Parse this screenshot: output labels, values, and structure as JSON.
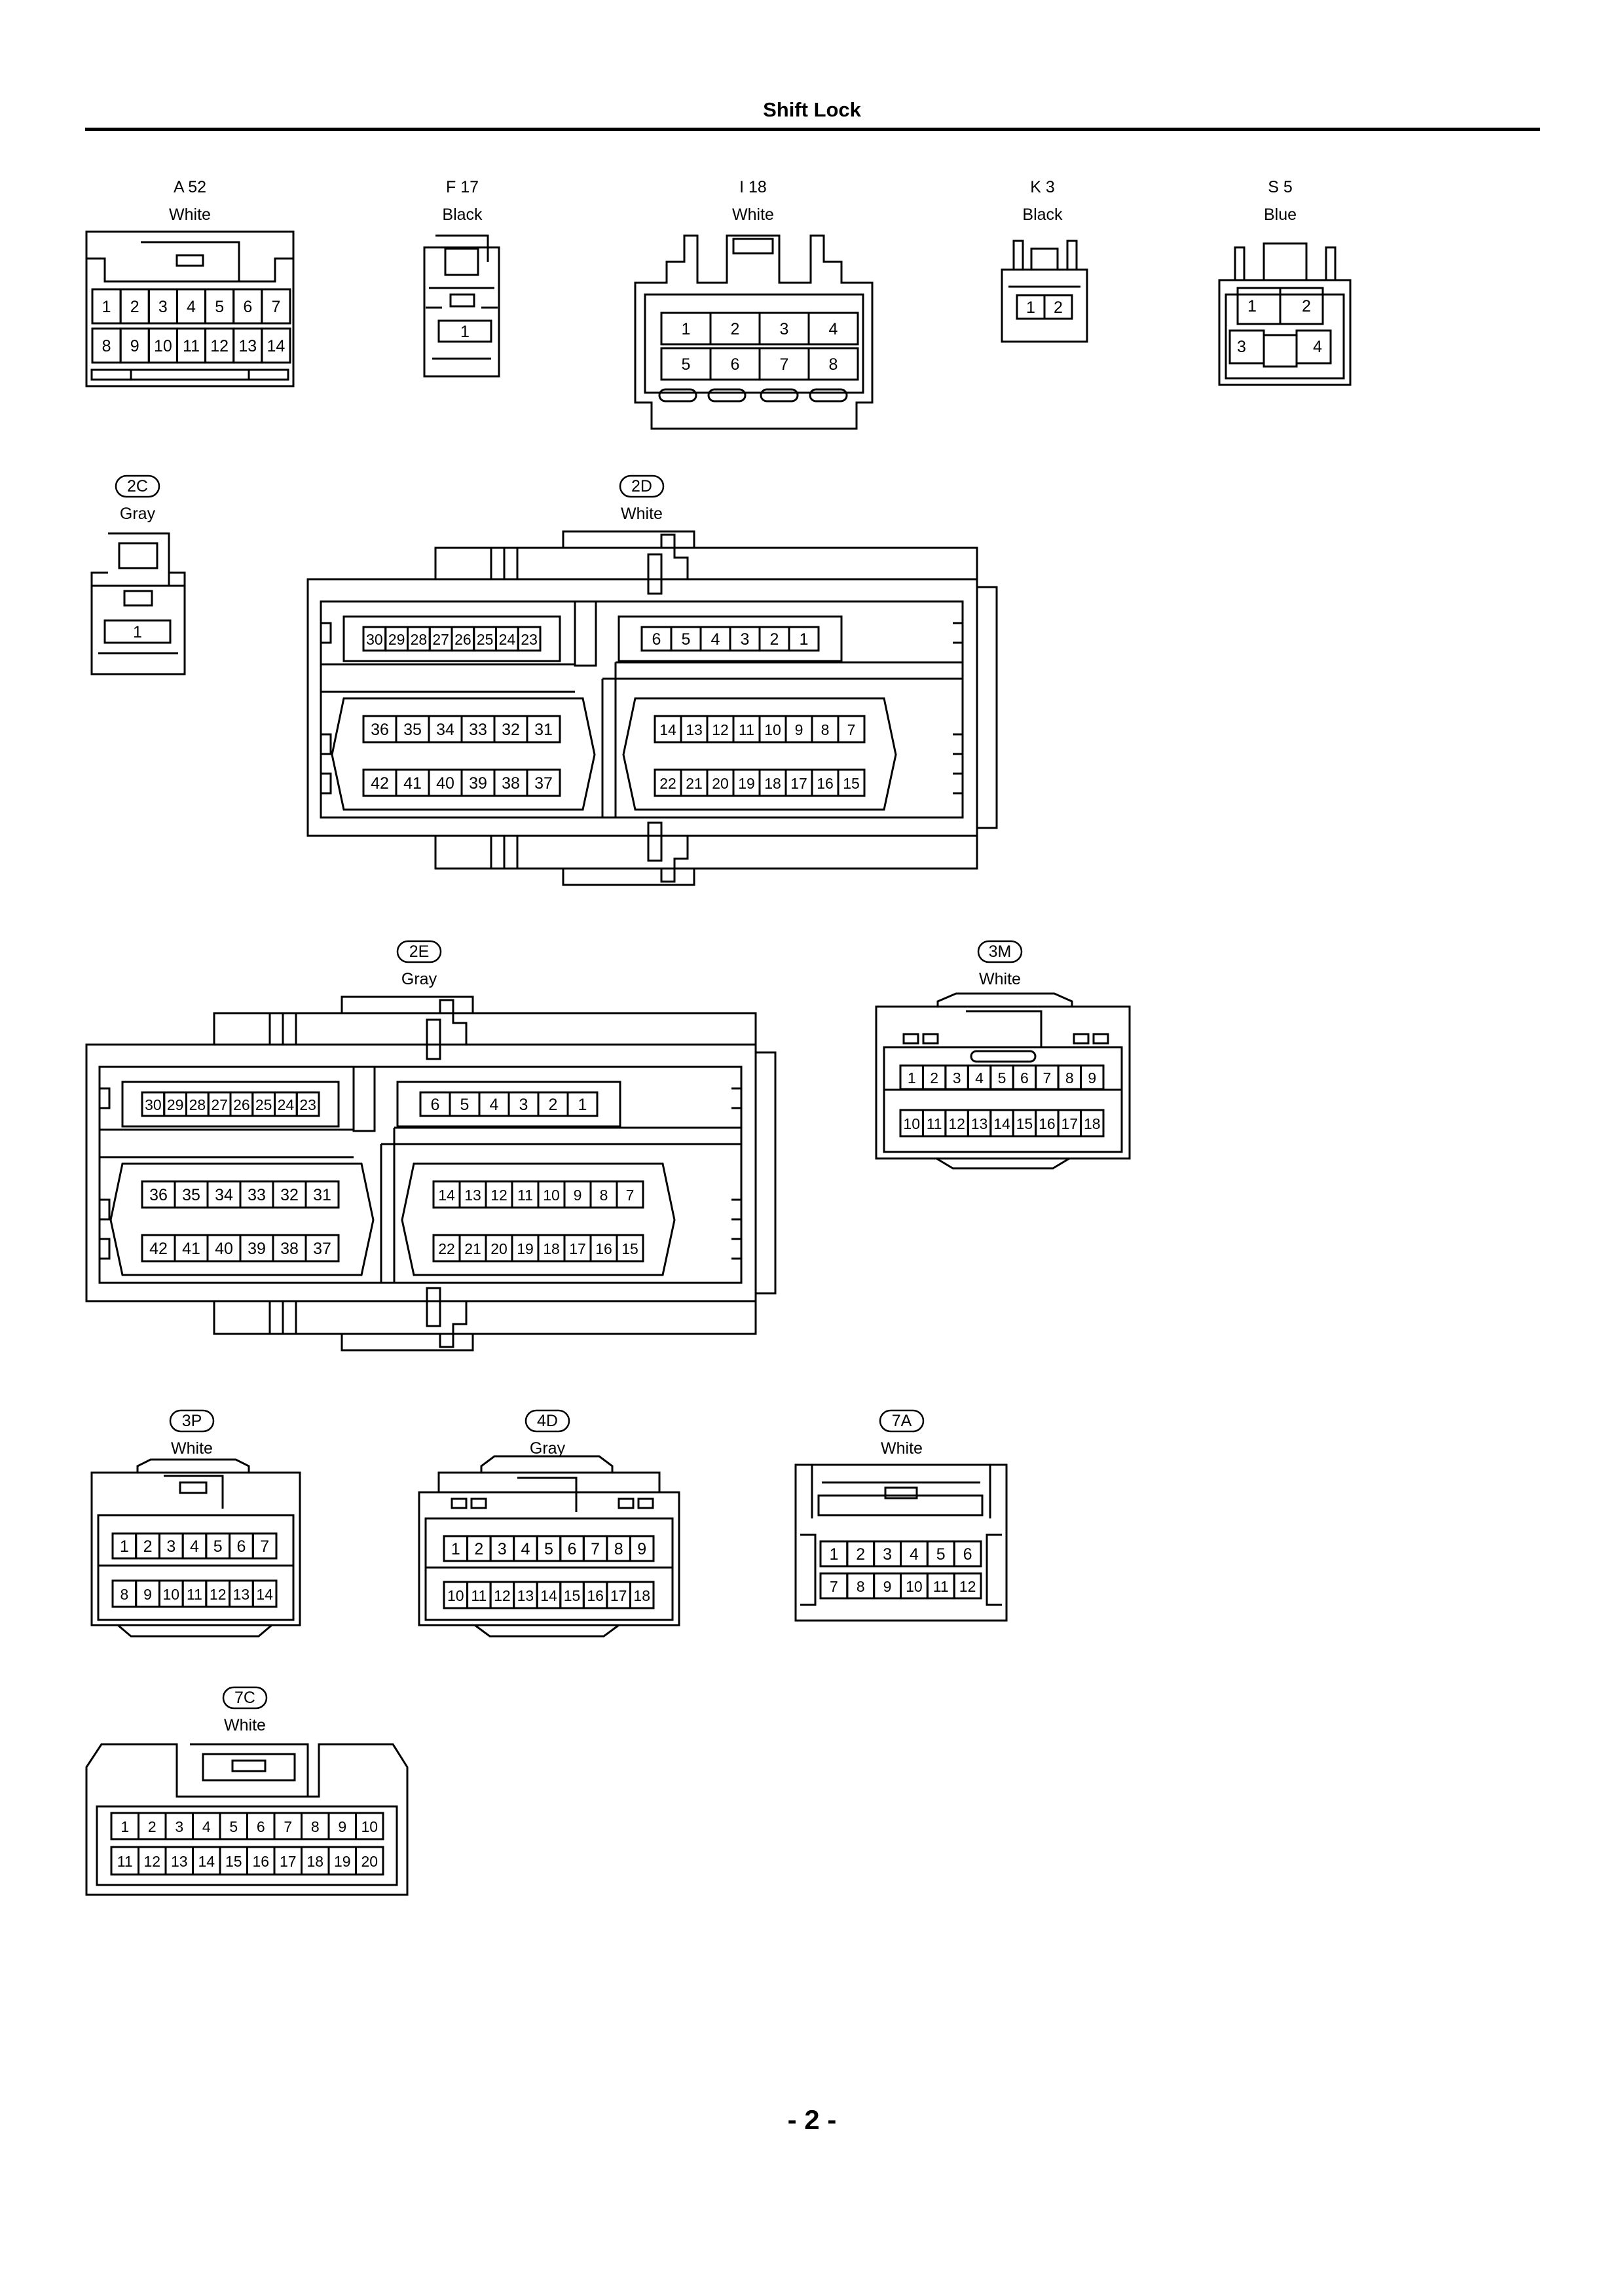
{
  "page": {
    "title": "Shift Lock",
    "number": "- 2 -"
  },
  "connectors": [
    {
      "id": "A 52",
      "color": "White",
      "circled": false,
      "rows": [
        [
          "1",
          "2",
          "3",
          "4",
          "5",
          "6",
          "7"
        ],
        [
          "8",
          "9",
          "10",
          "11",
          "12",
          "13",
          "14"
        ]
      ]
    },
    {
      "id": "F 17",
      "color": "Black",
      "circled": false,
      "rows": [
        [
          "1"
        ]
      ]
    },
    {
      "id": "I 18",
      "color": "White",
      "circled": false,
      "rows": [
        [
          "1",
          "2",
          "3",
          "4"
        ],
        [
          "5",
          "6",
          "7",
          "8"
        ]
      ]
    },
    {
      "id": "K 3",
      "color": "Black",
      "circled": false,
      "rows": [
        [
          "1",
          "2"
        ]
      ]
    },
    {
      "id": "S 5",
      "color": "Blue",
      "circled": false,
      "rows": [
        [
          "1",
          "2"
        ],
        [
          "3",
          "4"
        ]
      ]
    },
    {
      "id": "2C",
      "color": "Gray",
      "circled": true,
      "rows": [
        [
          "1"
        ]
      ]
    },
    {
      "id": "2D",
      "color": "White",
      "circled": true,
      "blocks": [
        [
          "30",
          "29",
          "28",
          "27",
          "26",
          "25",
          "24",
          "23"
        ],
        [
          "6",
          "5",
          "4",
          "3",
          "2",
          "1"
        ],
        [
          "36",
          "35",
          "34",
          "33",
          "32",
          "31"
        ],
        [
          "14",
          "13",
          "12",
          "11",
          "10",
          "9",
          "8",
          "7"
        ],
        [
          "42",
          "41",
          "40",
          "39",
          "38",
          "37"
        ],
        [
          "22",
          "21",
          "20",
          "19",
          "18",
          "17",
          "16",
          "15"
        ]
      ]
    },
    {
      "id": "2E",
      "color": "Gray",
      "circled": true,
      "blocks": [
        [
          "30",
          "29",
          "28",
          "27",
          "26",
          "25",
          "24",
          "23"
        ],
        [
          "6",
          "5",
          "4",
          "3",
          "2",
          "1"
        ],
        [
          "36",
          "35",
          "34",
          "33",
          "32",
          "31"
        ],
        [
          "14",
          "13",
          "12",
          "11",
          "10",
          "9",
          "8",
          "7"
        ],
        [
          "42",
          "41",
          "40",
          "39",
          "38",
          "37"
        ],
        [
          "22",
          "21",
          "20",
          "19",
          "18",
          "17",
          "16",
          "15"
        ]
      ]
    },
    {
      "id": "3M",
      "color": "White",
      "circled": true,
      "rows": [
        [
          "1",
          "2",
          "3",
          "4",
          "5",
          "6",
          "7",
          "8",
          "9"
        ],
        [
          "10",
          "11",
          "12",
          "13",
          "14",
          "15",
          "16",
          "17",
          "18"
        ]
      ]
    },
    {
      "id": "3P",
      "color": "White",
      "circled": true,
      "rows": [
        [
          "1",
          "2",
          "3",
          "4",
          "5",
          "6",
          "7"
        ],
        [
          "8",
          "9",
          "10",
          "11",
          "12",
          "13",
          "14"
        ]
      ]
    },
    {
      "id": "4D",
      "color": "Gray",
      "circled": true,
      "rows": [
        [
          "1",
          "2",
          "3",
          "4",
          "5",
          "6",
          "7",
          "8",
          "9"
        ],
        [
          "10",
          "11",
          "12",
          "13",
          "14",
          "15",
          "16",
          "17",
          "18"
        ]
      ]
    },
    {
      "id": "7A",
      "color": "White",
      "circled": true,
      "rows": [
        [
          "1",
          "2",
          "3",
          "4",
          "5",
          "6"
        ],
        [
          "7",
          "8",
          "9",
          "10",
          "11",
          "12"
        ]
      ]
    },
    {
      "id": "7C",
      "color": "White",
      "circled": true,
      "rows": [
        [
          "1",
          "2",
          "3",
          "4",
          "5",
          "6",
          "7",
          "8",
          "9",
          "10"
        ],
        [
          "11",
          "12",
          "13",
          "14",
          "15",
          "16",
          "17",
          "18",
          "19",
          "20"
        ]
      ]
    }
  ]
}
